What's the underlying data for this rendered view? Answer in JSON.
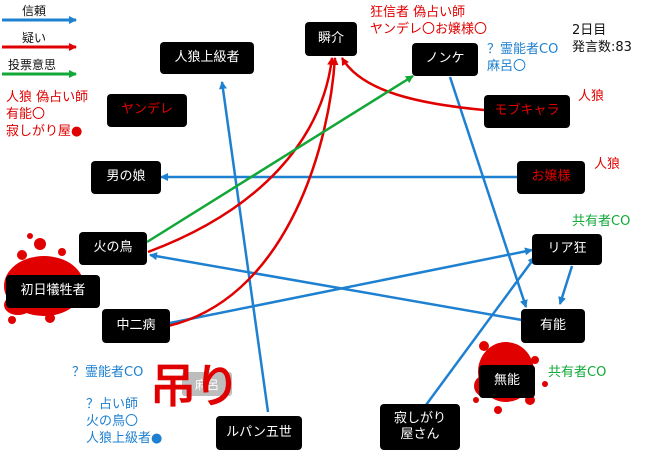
{
  "legend": {
    "trust": {
      "label": "信頼",
      "color": "#1e80d0"
    },
    "doubt": {
      "label": "疑い",
      "color": "#e00000"
    },
    "vote": {
      "label": "投票意思",
      "color": "#11a838"
    }
  },
  "day_info": {
    "day": "2日目",
    "count": "発言数:83"
  },
  "nodes": {
    "shunsuke": "瞬介",
    "jinro_joukyuu": "人狼上級者",
    "nonke": "ノンケ",
    "yandere": "ヤンデレ",
    "mobu": "モブキャラ",
    "otoko_no_ko": "男の娘",
    "ojousama": "お嬢様",
    "hi_no_tori": "火の鳥",
    "ria_kyou": "リア狂",
    "shoki_gisei": "初日犠牲者",
    "chuunibyou": "中二病",
    "yuunou": "有能",
    "munou": "無能",
    "lupin": "ルパン五世",
    "sabishigari_l1": "寂しがり",
    "sabishigari_l2": "屋さん",
    "asa_faded": "麻呂"
  },
  "hanging_label": "吊り",
  "notes": {
    "shunsuke_l1": "狂信者 偽占い師",
    "shunsuke_l2": "ヤンデレ〇お嬢様〇",
    "nonke_l1": "？霊能者CO",
    "nonke_l2": "麻呂〇",
    "left_l1": "人狼 偽占い師",
    "left_l2": "有能〇",
    "left_l3": "寂しがり屋●",
    "mobu_role": "人狼",
    "ojousama_role": "人狼",
    "ria_role": "共有者CO",
    "munou_role": "共有者CO",
    "asa_l1": "？霊能者CO",
    "asa_l2": "？占い師",
    "asa_l3": "火の鳥〇",
    "asa_l4": "人狼上級者●"
  }
}
